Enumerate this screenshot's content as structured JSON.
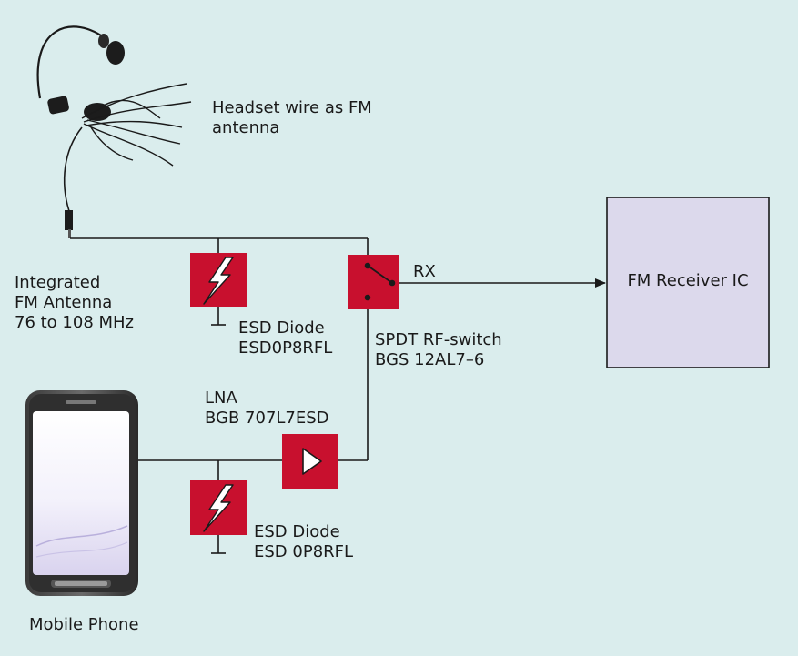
{
  "colors": {
    "background": "#daeded",
    "block": "#c8102e",
    "receiver_fill": "#dcd9ec",
    "wire": "#1a1a1a"
  },
  "labels": {
    "headset": [
      "Headset wire as FM",
      "antenna"
    ],
    "antenna": [
      "Integrated",
      "FM Antenna",
      "76 to 108 MHz"
    ],
    "esd_top": [
      "ESD Diode",
      "ESD0P8RFL"
    ],
    "switch": [
      "SPDT RF-switch",
      "BGS 12AL7–6"
    ],
    "rx": "RX",
    "lna": [
      "LNA",
      "BGB 707L7ESD"
    ],
    "esd_bottom": [
      "ESD Diode",
      "ESD 0P8RFL"
    ],
    "receiver": "FM Receiver IC",
    "phone": "Mobile Phone"
  },
  "icons": {
    "esd_top": "lightning-bolt-icon",
    "esd_bottom": "lightning-bolt-icon",
    "switch": "spdt-switch-icon",
    "lna": "amplifier-triangle-icon",
    "headset": "headset-icon",
    "phone": "mobile-phone-icon"
  }
}
